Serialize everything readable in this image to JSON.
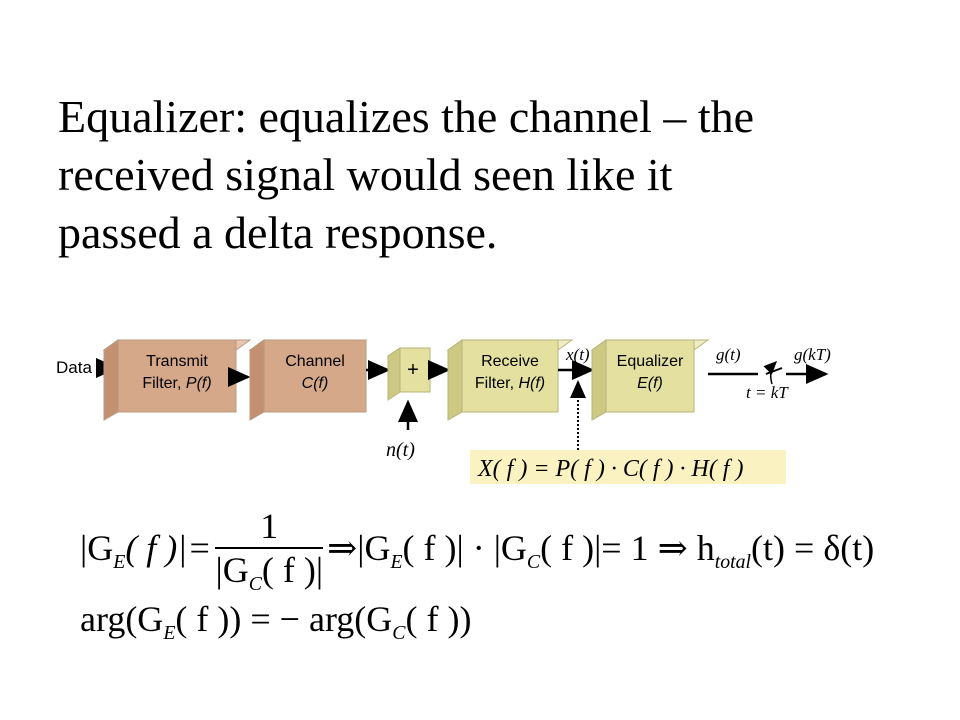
{
  "heading": {
    "line1": "Equalizer: equalizes the channel – the",
    "line2": "received signal would seen like it",
    "line3": "passed a delta response."
  },
  "diagram": {
    "input_label": "Data",
    "blocks": [
      {
        "line1": "Transmit",
        "line2": "Filter, ",
        "line2_italic": "P(f)",
        "color": "#D6A88A"
      },
      {
        "line1": "Channel",
        "line2": "",
        "line2_italic": "C(f)",
        "color": "#D6A88A"
      },
      {
        "line1": "+",
        "color": "#E3E0A0"
      },
      {
        "line1": "Receive",
        "line2": "Filter, ",
        "line2_italic": "H(f)",
        "color": "#E3E0A0"
      },
      {
        "line1": "Equalizer",
        "line2": "",
        "line2_italic": "E(f)",
        "color": "#E3E0A0"
      }
    ],
    "noise_label": "n(t)",
    "xt_label": "x(t)",
    "gt_label": "g(t)",
    "gkt_label": "g(kT)",
    "sample_label": "t = kT",
    "combined_box": "X( f ) = P( f ) · C( f ) · H( f )",
    "combined_box_color": "#FAF2C0"
  },
  "equations": {
    "eq1_lhs": "|G",
    "eq1_sub_e": "E",
    "eq1_arg": "( f )|=",
    "eq1_num": "1",
    "eq1_den": "|G",
    "eq1_sub_c": "C",
    "eq1_den_arg": "( f )|",
    "eq1_mid": "⇒|G",
    "eq1_mid_arg": "( f )| · |G",
    "eq1_mid2": "( f )|= 1 ⇒ h",
    "eq1_total_sub": "total",
    "eq1_end": "(t) = δ(t)",
    "eq2_a": "arg(G",
    "eq2_b": "( f )) = − arg(G",
    "eq2_c": "( f ))"
  }
}
